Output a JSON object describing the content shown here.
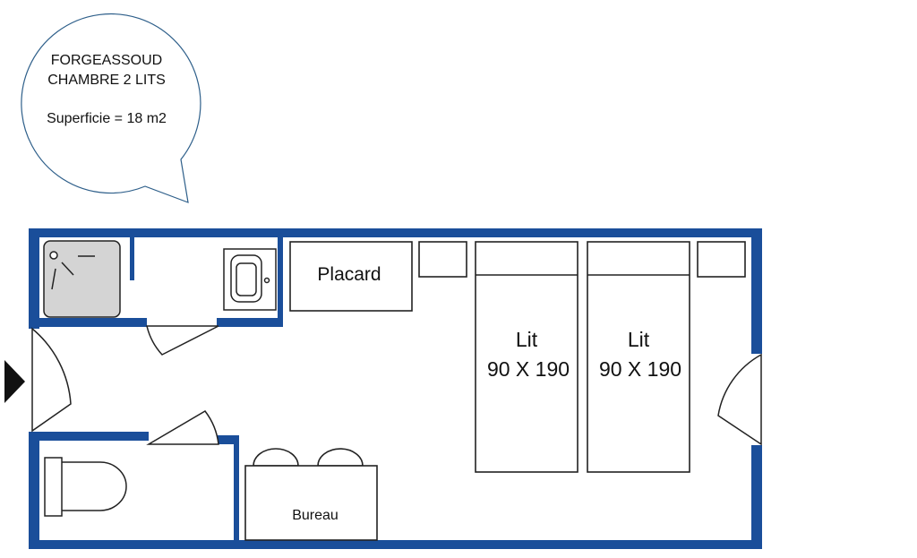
{
  "bubble": {
    "line1": "FORGEASSOUD",
    "line2": "CHAMBRE 2 LITS",
    "line3": "Superficie = 18 m2"
  },
  "rooms": {
    "placard": "Placard",
    "bureau": "Bureau",
    "bed1": {
      "line1": "Lit",
      "line2": "90 X 190"
    },
    "bed2": {
      "line1": "Lit",
      "line2": "90 X 190"
    }
  },
  "colors": {
    "wall": "#1a4e9a",
    "line": "#222222",
    "shower_tray": "#d4d4d4",
    "entrance_arrow": "#111111"
  },
  "icons": [
    "entrance-arrow-icon",
    "shower-icon",
    "sink-icon",
    "toilet-icon"
  ]
}
